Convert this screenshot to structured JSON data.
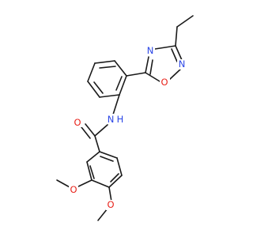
{
  "molecule": {
    "atoms": {
      "n1": {
        "symbol": "N",
        "color": "#2b46e6"
      },
      "n2": {
        "symbol": "N",
        "color": "#2b46e6"
      },
      "o1": {
        "symbol": "O",
        "color": "#e8231b"
      },
      "nh": {
        "symbol": "N",
        "color": "#2b46e6"
      },
      "h": {
        "symbol": "H",
        "color": "#2b46e6"
      },
      "o2": {
        "symbol": "O",
        "color": "#e8231b"
      },
      "o3": {
        "symbol": "O",
        "color": "#e8231b"
      },
      "o4": {
        "symbol": "O",
        "color": "#e8231b"
      }
    },
    "bond_color": "#1a1a1a"
  }
}
